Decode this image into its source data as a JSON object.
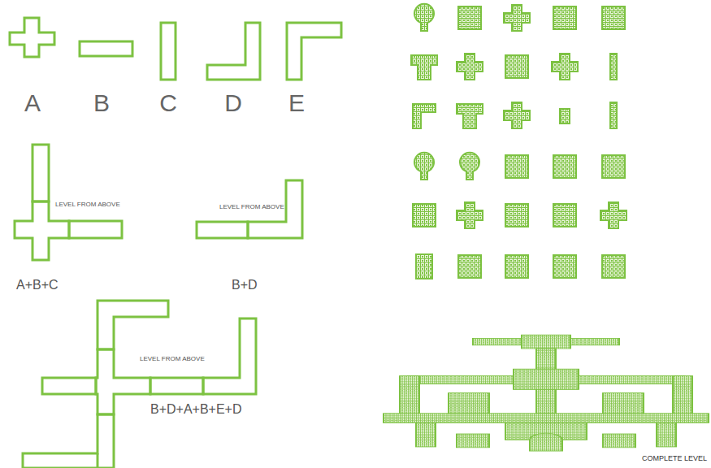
{
  "diagram": {
    "labels": [
      "A",
      "B",
      "C",
      "D",
      "E",
      "LEVEL FROM ABOVE",
      "LEVEL FROM ABOVE",
      "A+B+C",
      "B+D",
      "LEVEL FROM ABOVE",
      "B+D+A+B+E+D",
      "COMPLETE LEVEL"
    ]
  }
}
